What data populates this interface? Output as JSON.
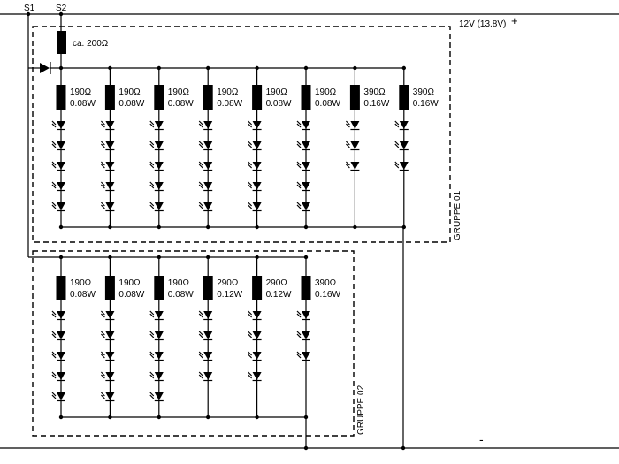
{
  "switches": {
    "s1": "S1",
    "s2": "S2"
  },
  "supply": {
    "positive_label": "12V (13.8V)",
    "plus_symbol": "+",
    "minus_symbol": "-"
  },
  "series_resistor": {
    "label": "ca. 200Ω"
  },
  "groups": [
    {
      "name": "GRUPPE 01",
      "strings": [
        {
          "ohm": "190Ω",
          "watt": "0.08W",
          "leds": 5
        },
        {
          "ohm": "190Ω",
          "watt": "0.08W",
          "leds": 5
        },
        {
          "ohm": "190Ω",
          "watt": "0.08W",
          "leds": 5
        },
        {
          "ohm": "190Ω",
          "watt": "0.08W",
          "leds": 5
        },
        {
          "ohm": "190Ω",
          "watt": "0.08W",
          "leds": 5
        },
        {
          "ohm": "190Ω",
          "watt": "0.08W",
          "leds": 5
        },
        {
          "ohm": "390Ω",
          "watt": "0.16W",
          "leds": 3
        },
        {
          "ohm": "390Ω",
          "watt": "0.16W",
          "leds": 3
        }
      ]
    },
    {
      "name": "GRUPPE 02",
      "strings": [
        {
          "ohm": "190Ω",
          "watt": "0.08W",
          "leds": 5
        },
        {
          "ohm": "190Ω",
          "watt": "0.08W",
          "leds": 5
        },
        {
          "ohm": "190Ω",
          "watt": "0.08W",
          "leds": 5
        },
        {
          "ohm": "290Ω",
          "watt": "0.12W",
          "leds": 4
        },
        {
          "ohm": "290Ω",
          "watt": "0.12W",
          "leds": 4
        },
        {
          "ohm": "390Ω",
          "watt": "0.16W",
          "leds": 3
        }
      ]
    }
  ]
}
